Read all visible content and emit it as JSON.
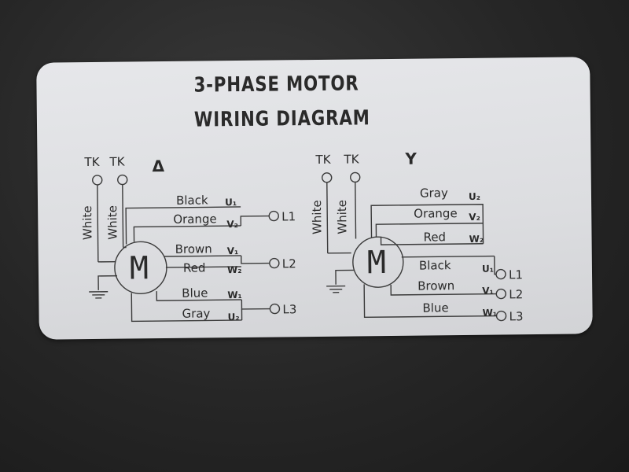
{
  "title_line1": "3-PHASE MOTOR",
  "title_line2": "WIRING DIAGRAM",
  "delta": {
    "symbol": "Δ",
    "tk": [
      "TK",
      "TK"
    ],
    "white": [
      "White",
      "White"
    ],
    "motor": "M",
    "wires": [
      {
        "color": "Black",
        "terminal": "U₁"
      },
      {
        "color": "Orange",
        "terminal": "V₂"
      },
      {
        "color": "Brown",
        "terminal": "V₁"
      },
      {
        "color": "Red",
        "terminal": "W₂"
      },
      {
        "color": "Blue",
        "terminal": "W₁"
      },
      {
        "color": "Gray",
        "terminal": "U₂"
      }
    ],
    "lines": [
      "L1",
      "L2",
      "L3"
    ]
  },
  "wye": {
    "symbol": "Y",
    "tk": [
      "TK",
      "TK"
    ],
    "white": [
      "White",
      "White"
    ],
    "motor": "M",
    "wires": [
      {
        "color": "Gray",
        "terminal": "U₂"
      },
      {
        "color": "Orange",
        "terminal": "V₂"
      },
      {
        "color": "Red",
        "terminal": "W₂"
      },
      {
        "color": "Black",
        "terminal": "U₁"
      },
      {
        "color": "Brown",
        "terminal": "V₁"
      },
      {
        "color": "Blue",
        "terminal": "W₁"
      }
    ],
    "lines": [
      "L1",
      "L2",
      "L3"
    ]
  }
}
